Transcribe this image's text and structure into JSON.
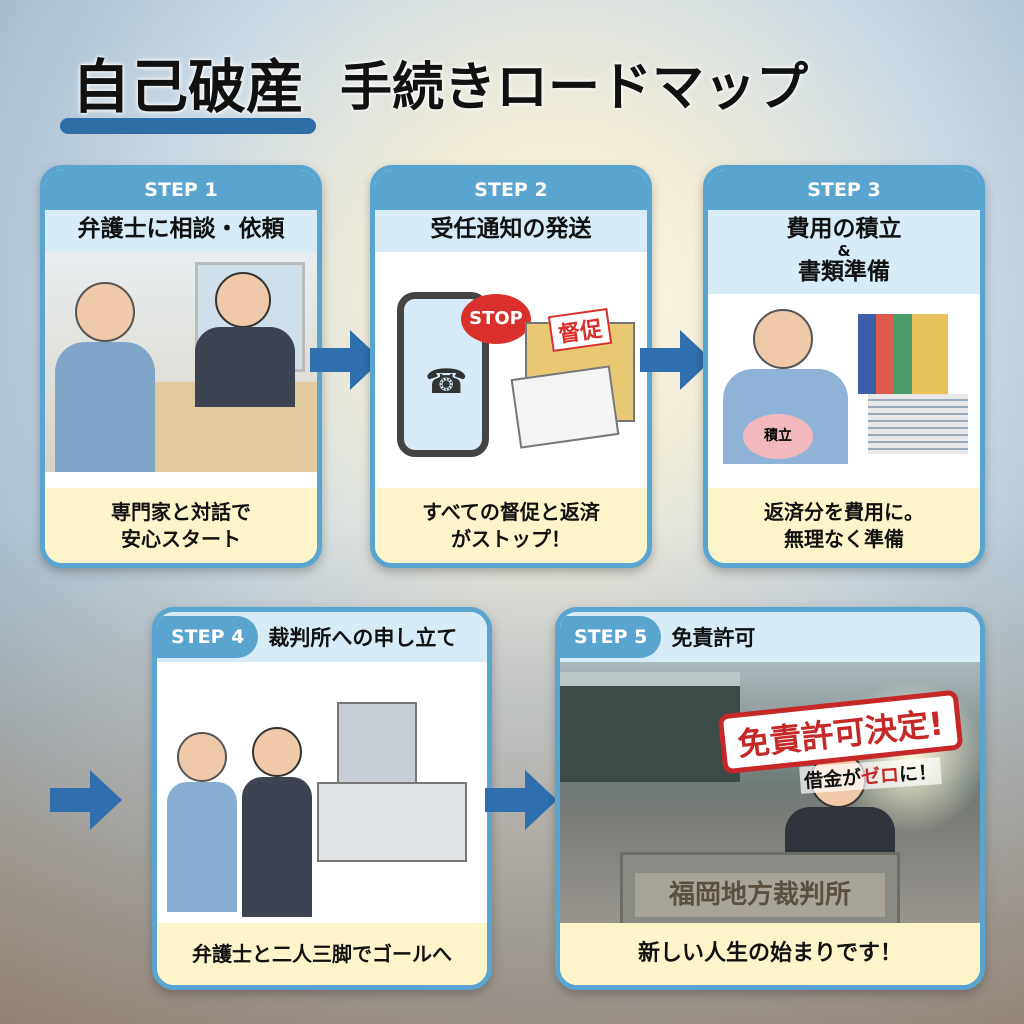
{
  "title": {
    "part1": "自己破産",
    "part2": "手続きロードマップ"
  },
  "colors": {
    "accent": "#5aa5cf",
    "header_bg": "#d7ecf7",
    "footer_bg": "#fdf4c9",
    "arrow": "#2f6fae",
    "stamp": "#c62828"
  },
  "steps": [
    {
      "label": "STEP 1",
      "heading": "弁護士に相談・依頼",
      "caption_line1": "専門家と対話で",
      "caption_line2": "安心スタート"
    },
    {
      "label": "STEP 2",
      "heading": "受任通知の発送",
      "caption_line1": "すべての督促と返済",
      "caption_line2": "がストップ！",
      "badge_stop": "STOP",
      "envelope_text": "督促"
    },
    {
      "label": "STEP 3",
      "heading_line1": "費用の積立",
      "heading_amp": "&",
      "heading_line2": "書類準備",
      "caption_line1": "返済分を費用に。",
      "caption_line2": "無理なく準備",
      "piggy_text": "積立"
    },
    {
      "label": "STEP 4",
      "heading": "裁判所への申し立て",
      "caption_line1": "弁護士と二人三脚でゴールへ"
    },
    {
      "label": "STEP 5",
      "heading": "免責許可",
      "stamp": "免責許可決定!",
      "subtext_1": "借金が",
      "subtext_2": "ゼロ",
      "subtext_3": "に！",
      "sign": "福岡地方裁判所",
      "caption_line1": "新しい人生の始まりです！"
    }
  ]
}
